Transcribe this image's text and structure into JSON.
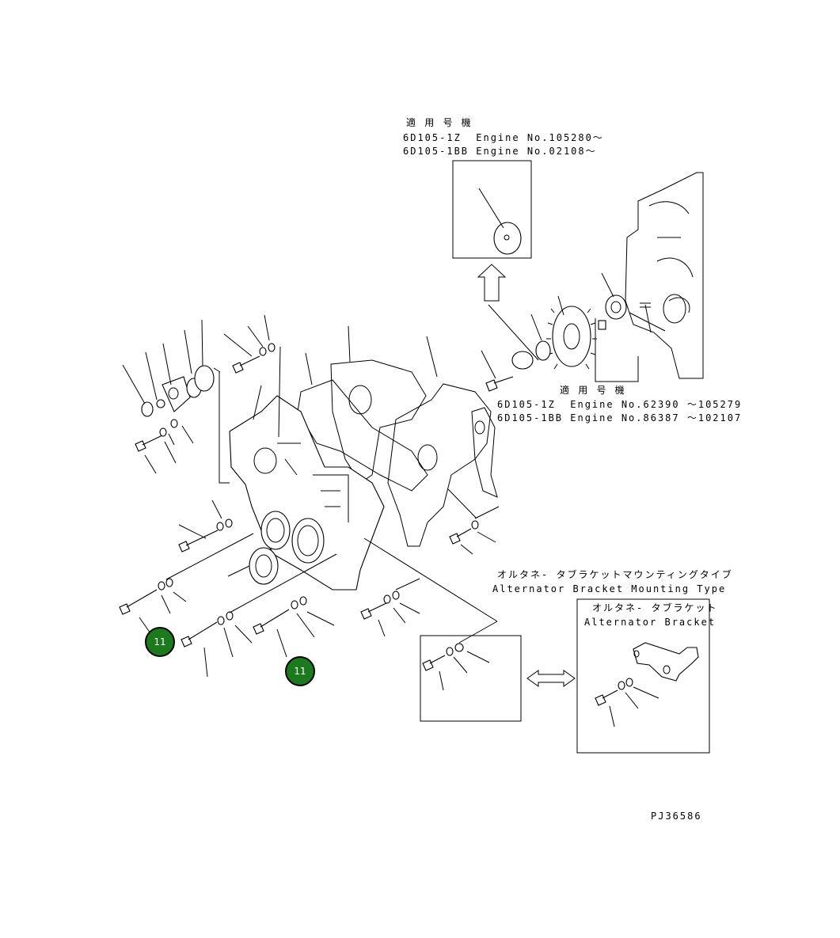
{
  "upper_note": {
    "header": "適 用 号 機",
    "line1": "6D105-1Z  Engine No.105280～",
    "line2": "6D105-1BB Engine No.02108～"
  },
  "gear_note": {
    "header": "適 用 号 機",
    "line1": "6D105-1Z  Engine No.62390 ～105279",
    "line2": "6D105-1BB Engine No.86387 ～102107"
  },
  "alternator_type": {
    "jp": "オルタネ- タブラケットマウンティングタイブ",
    "en": "Alternator Bracket Mounting Type"
  },
  "alternator_bracket": {
    "jp": "オルタネ- タブラケット",
    "en": "Alternator Bracket"
  },
  "callouts": [
    "11",
    "11"
  ],
  "drawing_number": "PJ36586",
  "colors": {
    "callout_fill": "#1b7a1b",
    "line": "#000000"
  }
}
